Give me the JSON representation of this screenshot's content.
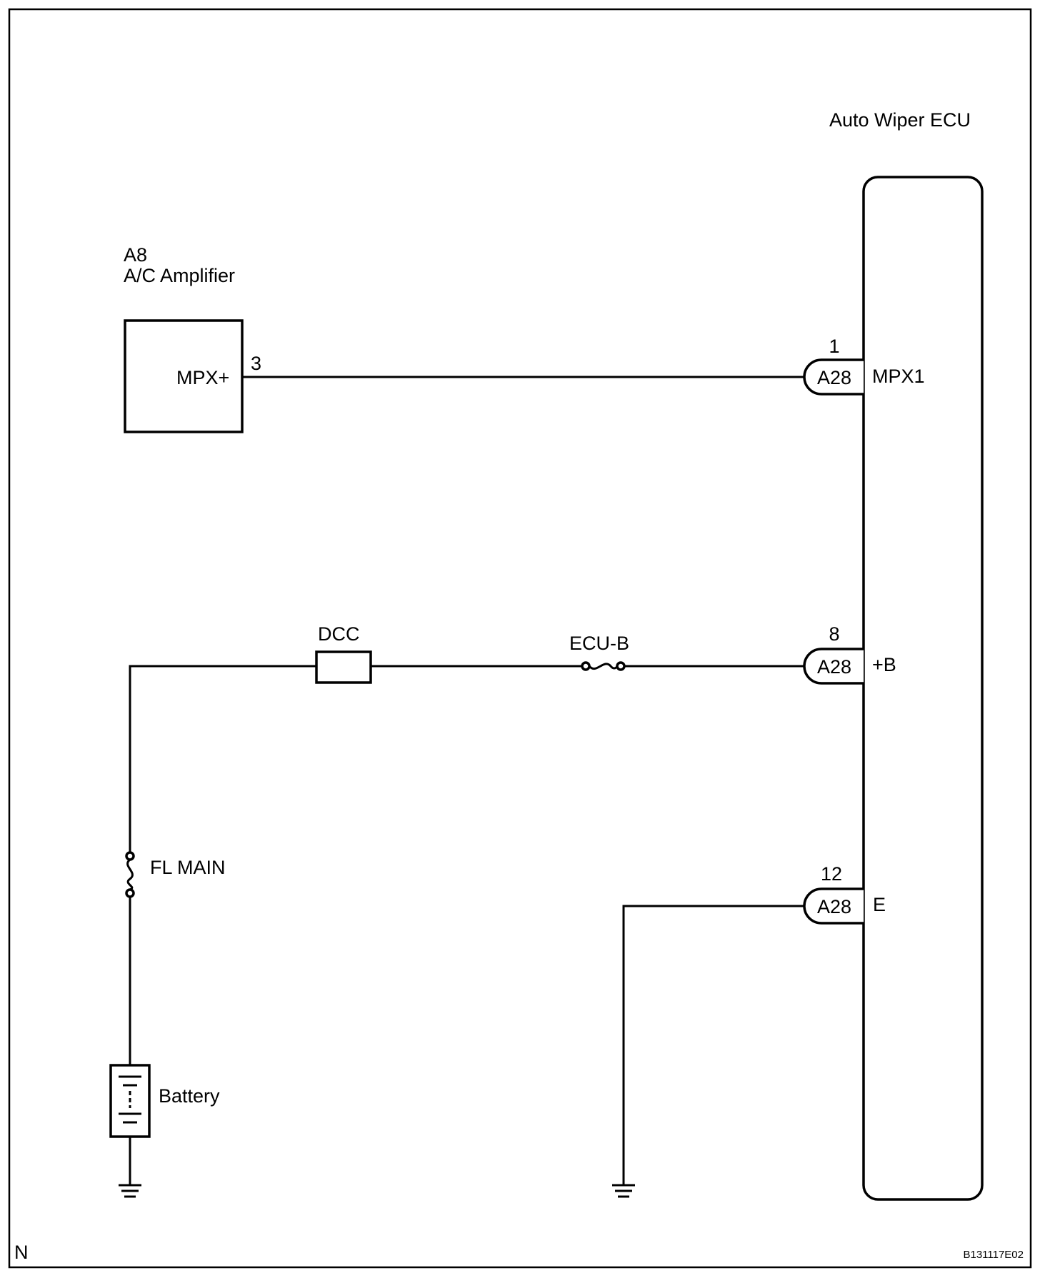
{
  "ecu": {
    "title": "Auto Wiper ECU"
  },
  "amplifier": {
    "code": "A8",
    "name": "A/C Amplifier",
    "pin_label": "MPX+",
    "pin_number": "3"
  },
  "connectors": [
    {
      "code": "A28",
      "pin": "1",
      "terminal": "MPX1"
    },
    {
      "code": "A28",
      "pin": "8",
      "terminal": "+B"
    },
    {
      "code": "A28",
      "pin": "12",
      "terminal": "E"
    }
  ],
  "fuses": {
    "dcc": "DCC",
    "ecu_b": "ECU-B",
    "fl_main": "FL MAIN"
  },
  "battery": {
    "label": "Battery"
  },
  "footer": {
    "left": "N",
    "right": "B131117E02"
  }
}
